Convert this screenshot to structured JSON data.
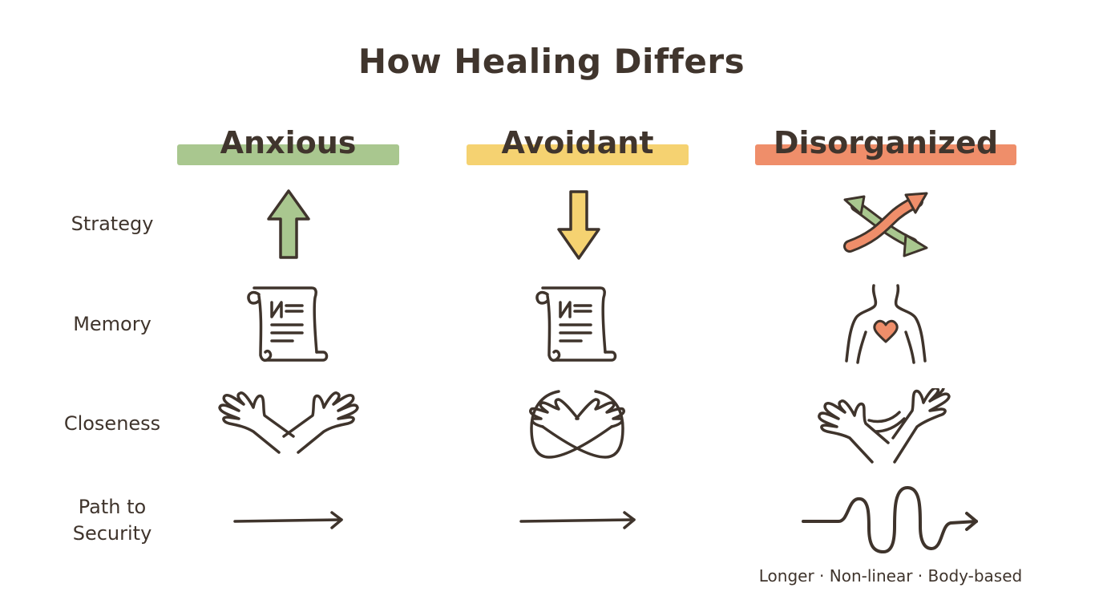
{
  "title": "How Healing Differs",
  "columns": [
    {
      "label": "Anxious",
      "color": "#a9c78f"
    },
    {
      "label": "Avoidant",
      "color": "#f5d271"
    },
    {
      "label": "Disorganized",
      "color": "#ef8e6a"
    }
  ],
  "rows": [
    {
      "label": "Strategy"
    },
    {
      "label": "Memory"
    },
    {
      "label": "Closeness"
    },
    {
      "label_line1": "Path to",
      "label_line2": "Security"
    }
  ],
  "icons": {
    "anxious": [
      "arrow-up-icon",
      "scroll-narrative-icon",
      "open-arms-reaching-icon",
      "straight-arrow-icon"
    ],
    "avoidant": [
      "arrow-down-icon",
      "scroll-narrative-icon",
      "self-hug-crossed-arms-icon",
      "straight-arrow-icon"
    ],
    "disorganized": [
      "crossed-arrows-icon",
      "body-heart-icon",
      "arms-push-pull-icon",
      "wavy-path-arrow-icon"
    ]
  },
  "footnote": "Longer · Non-linear · Body-based",
  "colors": {
    "ink": "#3f342c",
    "green": "#a9c78f",
    "yellow": "#f5d271",
    "coral": "#ef8e6a"
  }
}
